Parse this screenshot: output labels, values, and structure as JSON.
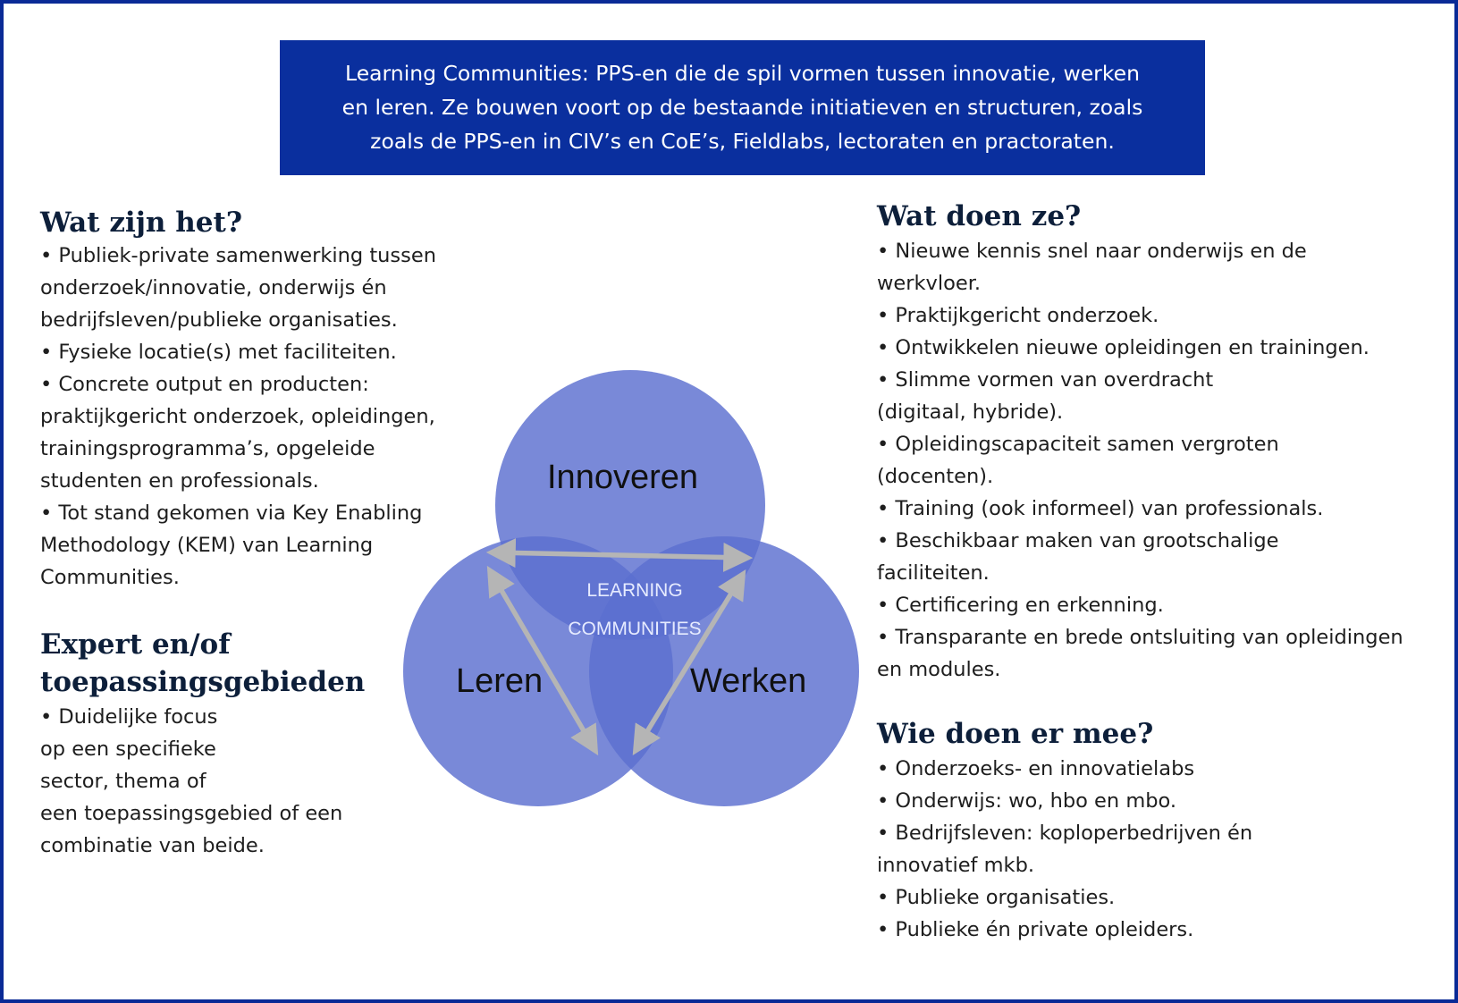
{
  "banner": {
    "line1": "Learning Communities: PPS-en die de spil vormen tussen innovatie, werken",
    "line2": "en leren. Ze bouwen voort op de bestaande initiatieven en structuren, zoals",
    "line3": "zoals de PPS-en in CIV’s en CoE’s, Fieldlabs, lectoraten en practoraten."
  },
  "left": {
    "wat_zijn_het": {
      "title": "Wat zijn het?",
      "items": [
        [
          "• Publiek-private samenwerking tussen",
          "onderzoek/innovatie, onderwijs én",
          "bedrijfsleven/publieke organisaties."
        ],
        [
          "• Fysieke locatie(s) met faciliteiten."
        ],
        [
          "• Concrete output en producten:",
          "praktijkgericht onderzoek, opleidingen,",
          "trainingsprogramma’s, opgeleide",
          "studenten en professionals."
        ],
        [
          "• Tot stand gekomen via Key Enabling",
          "Methodology (KEM) van Learning",
          "Communities."
        ]
      ]
    },
    "expert": {
      "title_line1": "Expert en/of",
      "title_line2": "toepassingsgebieden",
      "lines": [
        "• Duidelijke focus",
        "op een specifieke",
        "sector, thema of",
        "een toepassingsgebied of een",
        "combinatie van beide."
      ]
    }
  },
  "right": {
    "wat_doen_ze": {
      "title": "Wat doen ze?",
      "items": [
        [
          "• Nieuwe kennis snel naar onderwijs en de",
          "werkvloer."
        ],
        [
          "• Praktijkgericht onderzoek."
        ],
        [
          "• Ontwikkelen nieuwe opleidingen en trainingen."
        ],
        [
          "• Slimme vormen van overdracht",
          "(digitaal, hybride)."
        ],
        [
          "• Opleidingscapaciteit samen vergroten",
          "(docenten)."
        ],
        [
          "• Training (ook informeel) van professionals."
        ],
        [
          "• Beschikbaar maken van grootschalige",
          "faciliteiten."
        ],
        [
          "• Certificering en erkenning."
        ],
        [
          "• Transparante en brede ontsluiting van opleidingen",
          "en modules."
        ]
      ]
    },
    "wie_doen_er_mee": {
      "title": "Wie doen er mee?",
      "items": [
        [
          "• Onderzoeks- en innovatielabs"
        ],
        [
          "• Onderwijs: wo, hbo en mbo."
        ],
        [
          "• Bedrijfsleven: koploperbedrijven én",
          "innovatief mkb."
        ],
        [
          "• Publieke organisaties."
        ],
        [
          "• Publieke én private opleiders."
        ]
      ]
    }
  },
  "venn": {
    "top": "Innoveren",
    "left": "Leren",
    "right": "Werken",
    "center_line1": "LEARNING",
    "center_line2": "COMMUNITIES",
    "circle_color": "#5b6fcf",
    "arrow_color": "#b5b5b5"
  },
  "colors": {
    "frame": "#0a2a96",
    "banner_bg": "#0a2f9e",
    "heading": "#0d1f3a"
  }
}
